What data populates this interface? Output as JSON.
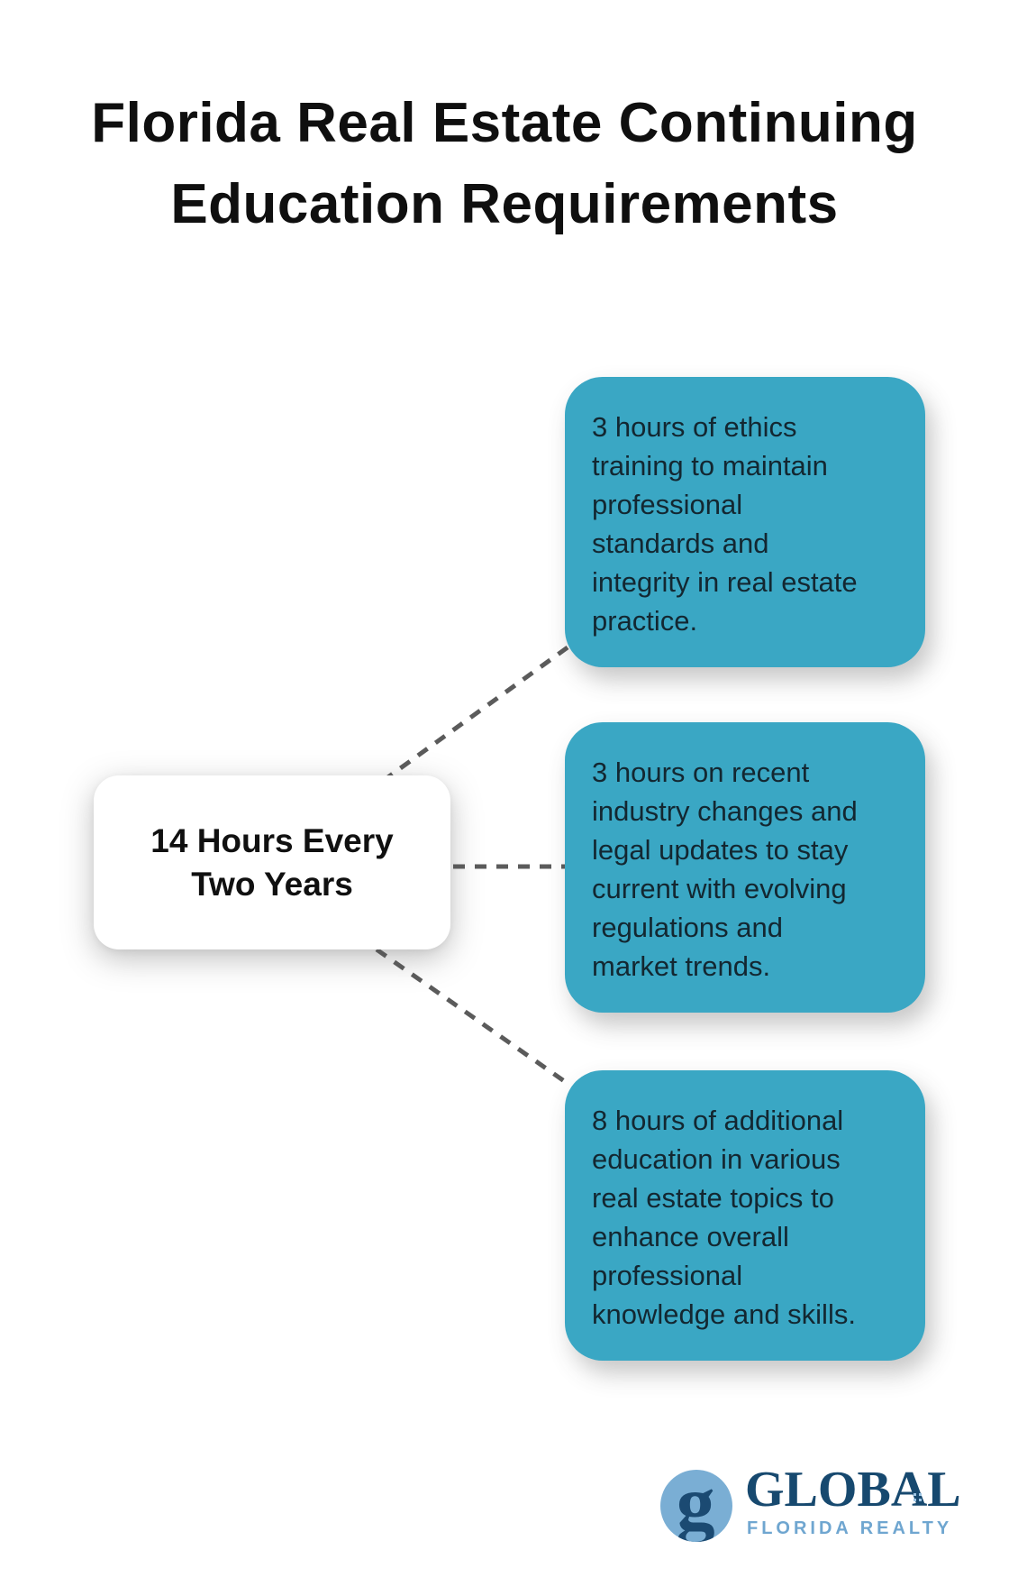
{
  "page": {
    "title": "Florida Real Estate Continuing\nEducation Requirements",
    "background_color": "#ffffff"
  },
  "diagram": {
    "center_node": {
      "label": "14 Hours Every\nTwo Years"
    },
    "branches": [
      {
        "text": "3 hours of ethics\ntraining to maintain\nprofessional\nstandards and\nintegrity in real estate\npractice."
      },
      {
        "text": "3 hours on recent\nindustry changes and\nlegal updates to stay\ncurrent with evolving\nregulations and\nmarket trends."
      },
      {
        "text": "8 hours of additional\neducation in various\nreal estate topics to\nenhance overall\nprofessional\nknowledge and skills."
      }
    ],
    "colors": {
      "branch_background": "#3AA7C4",
      "branch_text": "#132731",
      "connector": "#5B5B5B",
      "center_background": "#FFFFFF",
      "center_text": "#101010"
    }
  },
  "logo": {
    "monogram": "g",
    "name": "GLOBAL",
    "subtitle": "FLORIDA REALTY",
    "colors": {
      "navy": "#17496F",
      "circle_blue": "#7AAED4",
      "subtitle_blue": "#6FA6D0"
    }
  }
}
